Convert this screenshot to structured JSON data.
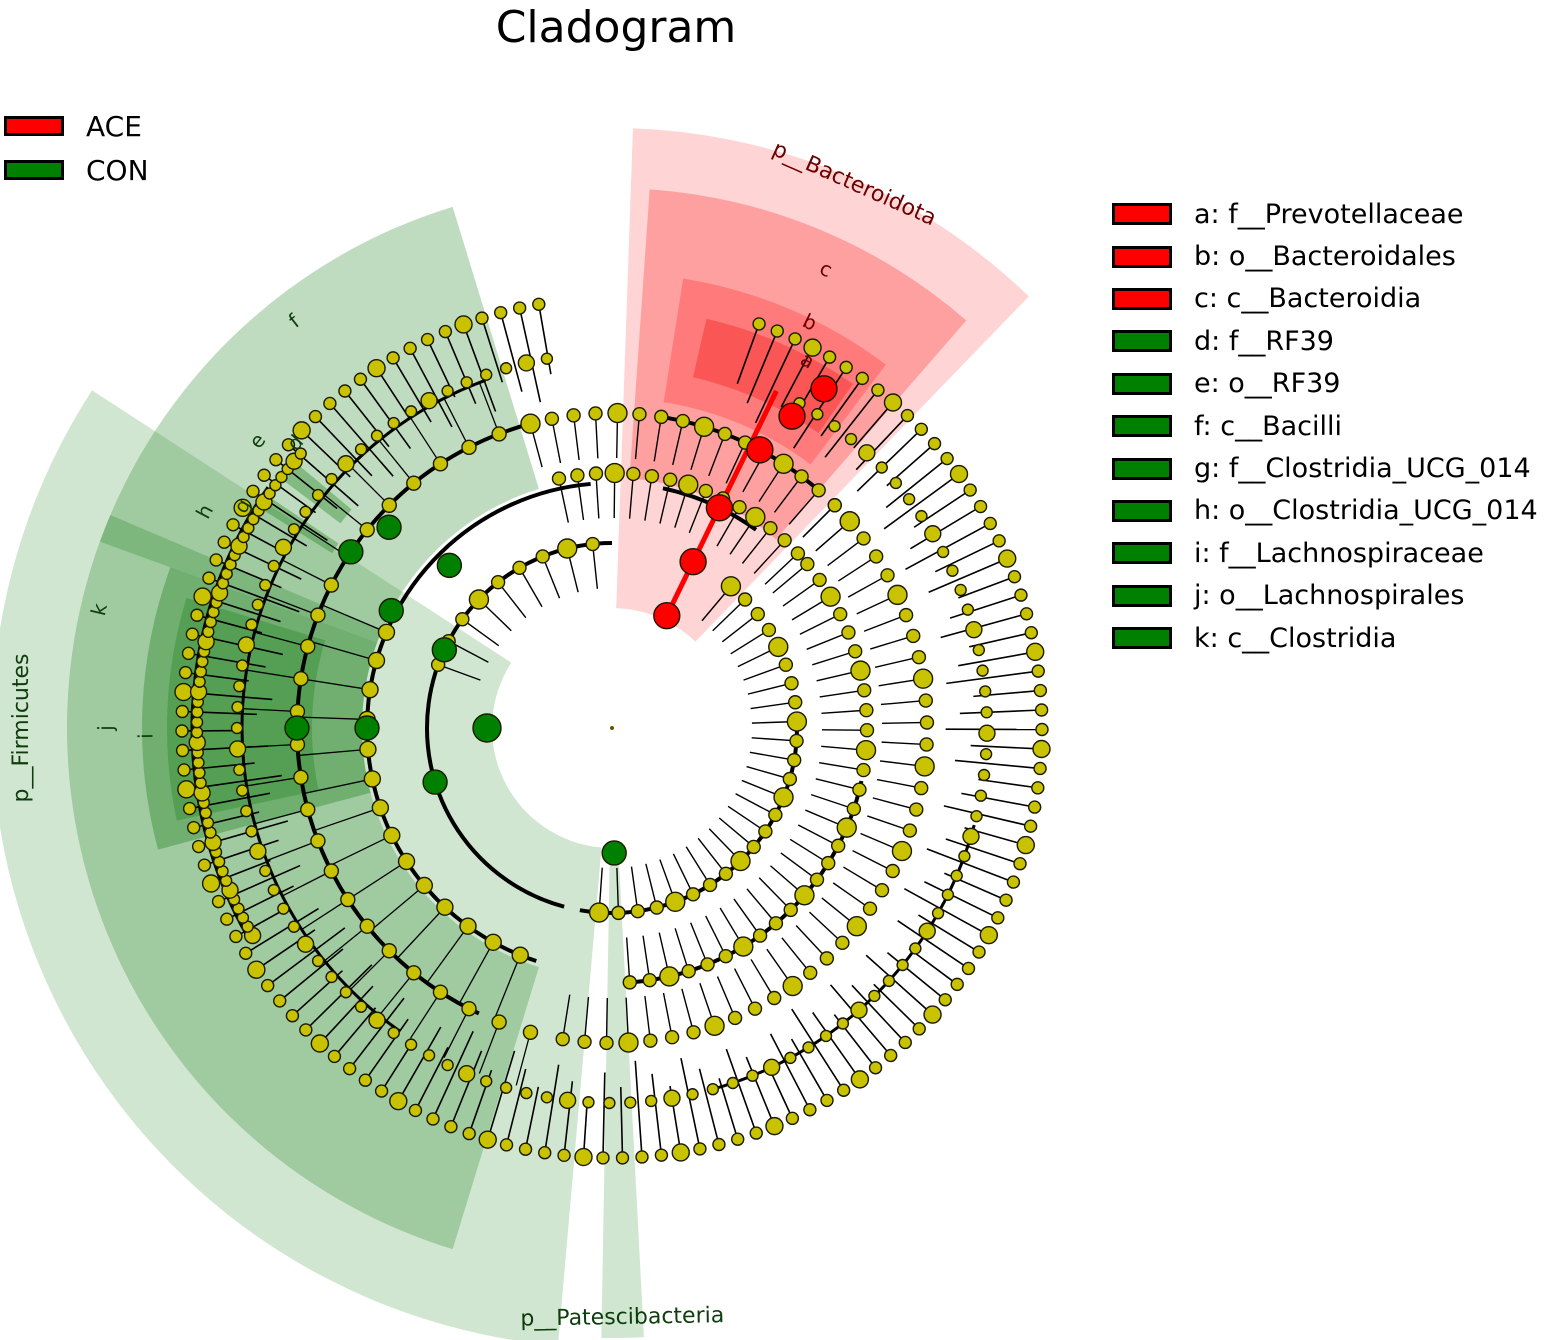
{
  "title": "Cladogram",
  "colors": {
    "ace": "#ff0000",
    "con": "#008000",
    "node": "#c8c200",
    "edge": "#000000"
  },
  "group_legend": [
    {
      "label": "ACE",
      "color": "#ff0000"
    },
    {
      "label": "CON",
      "color": "#008000"
    }
  ],
  "key_legend": [
    {
      "label": "a: f__Prevotellaceae",
      "color": "#ff0000"
    },
    {
      "label": "b: o__Bacteroidales",
      "color": "#ff0000"
    },
    {
      "label": "c: c__Bacteroidia",
      "color": "#ff0000"
    },
    {
      "label": "d: f__RF39",
      "color": "#008000"
    },
    {
      "label": "e: o__RF39",
      "color": "#008000"
    },
    {
      "label": "f: c__Bacilli",
      "color": "#008000"
    },
    {
      "label": "g: f__Clostridia_UCG_014",
      "color": "#008000"
    },
    {
      "label": "h: o__Clostridia_UCG_014",
      "color": "#008000"
    },
    {
      "label": "i: f__Lachnospiraceae",
      "color": "#008000"
    },
    {
      "label": "j: o__Lachnospirales",
      "color": "#008000"
    },
    {
      "label": "k: c__Clostridia",
      "color": "#008000"
    }
  ],
  "clade_labels": {
    "bacteroidota": "p__Bacteroidota",
    "firmicutes": "p__Firmicutes",
    "patescibacteria": "p__Patescibacteria",
    "a": "a",
    "b": "b",
    "c": "c",
    "d": "d",
    "e": "e",
    "f": "f",
    "g": "g",
    "h": "h",
    "i": "i",
    "j": "j",
    "k": "k"
  }
}
